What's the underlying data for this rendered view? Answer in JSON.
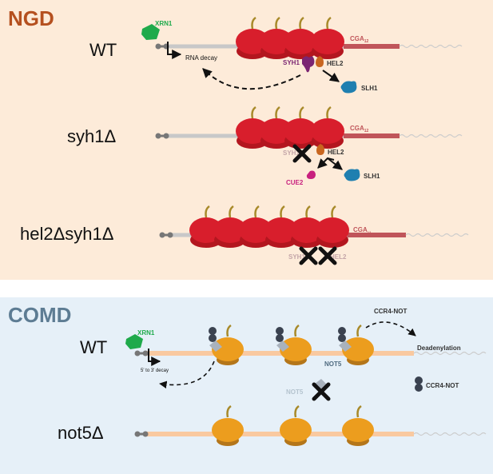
{
  "ngd": {
    "title": "NGD",
    "title_color": "#b5501f",
    "bg_color": "#fdebd9",
    "wt": {
      "genotype": "WT",
      "xrn1": "XRN1",
      "rna_decay": "RNA decay",
      "cga": "CGA",
      "cga_sub": "12",
      "syh1": "SYH1",
      "hel2": "HEL2",
      "slh1": "SLH1"
    },
    "syh1d": {
      "genotype": "syh1Δ",
      "cga": "CGA",
      "cga_sub": "12",
      "syh1_faded": "SYH1",
      "hel2": "HEL2",
      "cue2": "CUE2",
      "slh1": "SLH1"
    },
    "hel2d": {
      "genotype": "hel2Δsyh1Δ",
      "cga": "CGA",
      "cga_sub": "12",
      "syh1_faded": "SYH1",
      "hel2_faded": "HEL2"
    }
  },
  "comd": {
    "title": "COMD",
    "title_color": "#5d7c93",
    "bg_color": "#e6f0f8",
    "wt": {
      "genotype": "WT",
      "xrn1": "XRN1",
      "decay": "5' to 3' decay",
      "ccr4_top": "CCR4-NOT",
      "deadenylation": "Deadenylation",
      "not5": "NOT5",
      "ccr4_legend": "CCR4-NOT"
    },
    "not5d": {
      "genotype": "not5Δ",
      "not5_faded": "NOT5"
    }
  },
  "colors": {
    "ribosome_red": "#d81e2c",
    "ribosome_dark_red": "#b3161f",
    "ribosome_orange": "#ec9d1e",
    "ribosome_dark_orange": "#b4761a",
    "xrn1_green": "#1faa4b",
    "syh1_purple": "#7b2572",
    "hel2_orange": "#c9661f",
    "slh1_blue": "#1f7fb0",
    "cue2_pink": "#c8207e",
    "ccr4_dark": "#3a4250",
    "cga_red": "#c0555a"
  }
}
